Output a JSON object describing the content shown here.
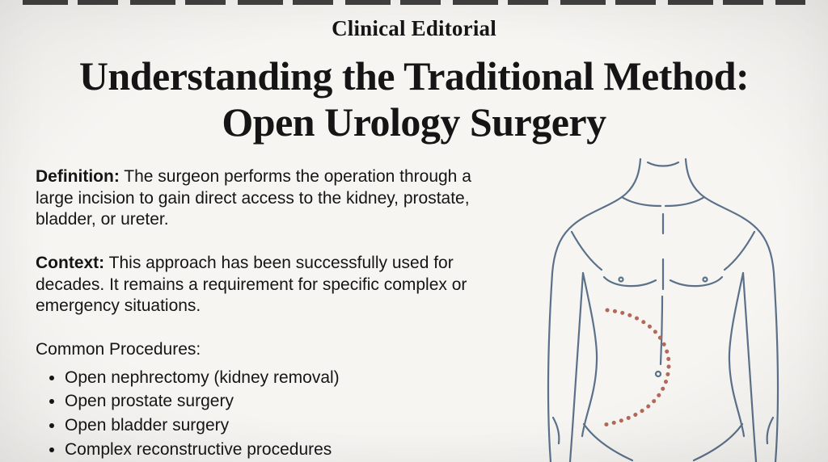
{
  "page": {
    "eyebrow": "Clinical Editorial",
    "title_line1": "Understanding the Traditional Method:",
    "title_line2": "Open Urology Surgery"
  },
  "content": {
    "definition_label": "Definition:",
    "definition_text": "The surgeon performs the operation through a large incision to gain direct access to the kidney, prostate, bladder, or ureter.",
    "context_label": "Context:",
    "context_text": "This approach has been successfully used for decades. It remains a requirement for specific complex or emergency situations.",
    "procedures_heading": "Common Procedures:",
    "procedures": [
      "Open nephrectomy (kidney removal)",
      "Open prostate surgery",
      "Open bladder surgery",
      "Complex reconstructive procedures"
    ]
  },
  "illustration": {
    "subject": "male-torso-line-drawing-with-dotted-incision",
    "outline_color": "#5b7189",
    "incision_color": "#b4685a"
  },
  "colors": {
    "background": "#f6f5f2",
    "text": "#151515",
    "artifact": "#2b2b2b"
  }
}
